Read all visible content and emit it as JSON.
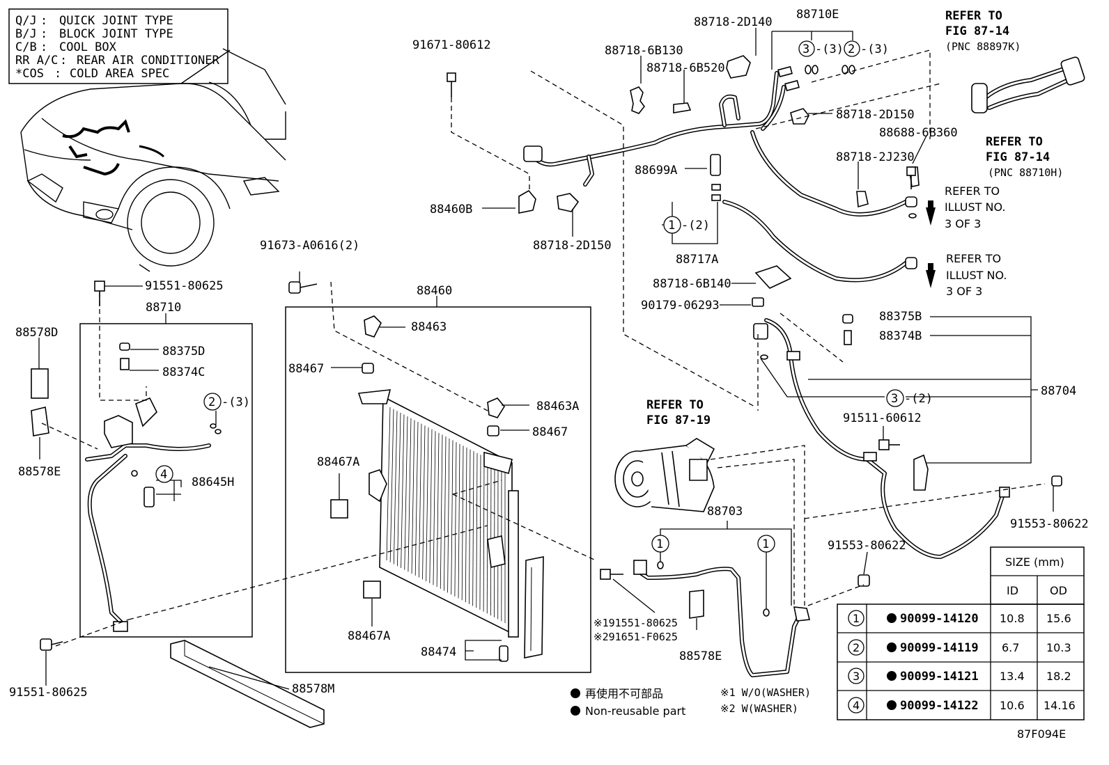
{
  "legend_box": [
    {
      "abbr": "Q/J",
      "desc": "QUICK JOINT TYPE"
    },
    {
      "abbr": "B/J",
      "desc": "BLOCK JOINT TYPE"
    },
    {
      "abbr": "C/B",
      "desc": "COOL BOX"
    },
    {
      "abbr": "RR A/C",
      "desc": "REAR AIR CONDITIONER"
    },
    {
      "abbr": "*COS",
      "desc": "COLD AREA SPEC"
    }
  ],
  "labels": {
    "p91671_80612": "91671-80612",
    "p88718_2D140": "88718-2D140",
    "p88710E": "88710E",
    "p88718_6B130": "88718-6B130",
    "p88718_6B520": "88718-6B520",
    "p88718_2D150_top": "88718-2D150",
    "p88688_6B360": "88688-6B360",
    "p88718_2J230": "88718-2J230",
    "p88699A": "88699A",
    "p88460B": "88460B",
    "p88718_2D150_low": "88718-2D150",
    "p88717A": "88717A",
    "p88718_6B140": "88718-6B140",
    "p90179_06293": "90179-06293",
    "p91673_A0616": "91673-A0616(2)",
    "p91551_80625_top": "91551-80625",
    "p88710": "88710",
    "p88460": "88460",
    "p88578D": "88578D",
    "p88375D": "88375D",
    "p88374C": "88374C",
    "p88578E_left": "88578E",
    "p88645H": "88645H",
    "p88463": "88463",
    "p88467_a": "88467",
    "p88463A": "88463A",
    "p88467_b": "88467",
    "p88467A_a": "88467A",
    "p88467A_b": "88467A",
    "p88474": "88474",
    "p88578M": "88578M",
    "p91551_80625_bot": "91551-80625",
    "p88375B": "88375B",
    "p88374B": "88374B",
    "p88704": "88704",
    "p91511_60612": "91511-60612",
    "p91553_80622_r": "91553-80622",
    "p91553_80622_m": "91553-80622",
    "p88703": "88703",
    "p88578E_mid": "88578E",
    "ref_191551": "※191551-80625",
    "ref_291651": "※291651-F0625",
    "qty_2_3_left": "-(3)",
    "qty_3_3": "-(3)",
    "qty_2_3_top": "-(3)",
    "qty_1_2": "-(2)",
    "qty_3_2": "-(2)"
  },
  "refers": {
    "fig_87_14_a": [
      "REFER TO",
      "FIG 87-14",
      "(PNC 88897K)"
    ],
    "fig_87_14_b": [
      "REFER TO",
      "FIG 87-14",
      "(PNC 88710H)"
    ],
    "illust_a": [
      "REFER TO",
      "ILLUST NO.",
      "3 OF 3"
    ],
    "illust_b": [
      "REFER TO",
      "ILLUST NO.",
      "3 OF 3"
    ],
    "fig_87_19": [
      "REFER TO",
      "FIG 87-19"
    ]
  },
  "circle_numbers": [
    "1",
    "2",
    "3",
    "4"
  ],
  "notes": {
    "non_reusable_jp": "再使用不可部品",
    "non_reusable_en": "Non-reusable part",
    "note1": "※1 W/O(WASHER)",
    "note2": "※2 W(WASHER)"
  },
  "size_table": {
    "header": "SIZE (mm)",
    "col_id": "ID",
    "col_od": "OD",
    "rows": [
      {
        "no": "1",
        "part": "90099-14120",
        "id": "10.8",
        "od": "15.6"
      },
      {
        "no": "2",
        "part": "90099-14119",
        "id": "6.7",
        "od": "10.3"
      },
      {
        "no": "3",
        "part": "90099-14121",
        "id": "13.4",
        "od": "18.2"
      },
      {
        "no": "4",
        "part": "90099-14122",
        "id": "10.6",
        "od": "14.16"
      }
    ]
  },
  "figure_code": "87F094E"
}
